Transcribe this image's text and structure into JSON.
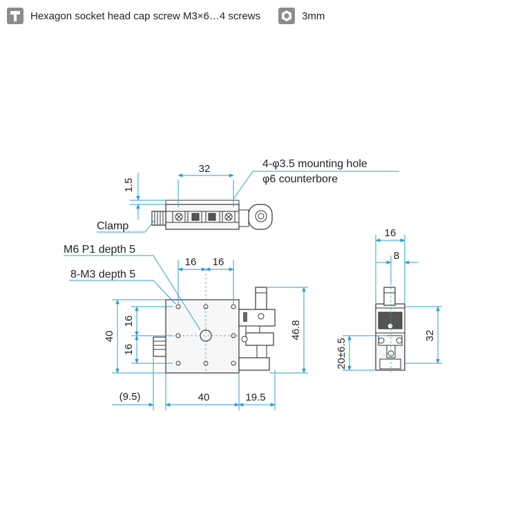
{
  "legend": {
    "screw_text": "Hexagon socket head cap screw M3×6…4 screws",
    "wrench_text": "3mm",
    "screw_icon": "cap-screw-icon",
    "wrench_icon": "hex-key-icon"
  },
  "top_view": {
    "width_label": "32",
    "height_label": "1.5",
    "hole_callout_line1": "4-φ3.5 mounting hole",
    "hole_callout_line2": "φ6 counterbore",
    "clamp_label": "Clamp"
  },
  "front_view": {
    "tap_center_label": "M6 P1 depth 5",
    "tap_holes_label": "8-M3 depth 5",
    "pitch_left": "16",
    "pitch_right": "16",
    "height_40": "40",
    "pitch_v_top": "16",
    "pitch_v_bottom": "16",
    "height_46_8": "46.8",
    "bottom_offset": "(9.5)",
    "bottom_width": "40",
    "bottom_knob": "19.5"
  },
  "side_view": {
    "width_16": "16",
    "width_8": "8",
    "height_32": "32",
    "travel_label": "20±6.5"
  },
  "colors": {
    "dimension": "#2a9fd6",
    "outline": "#333333",
    "body_fill": "#f7f7f7",
    "icon_bg": "#8c8c8c"
  }
}
